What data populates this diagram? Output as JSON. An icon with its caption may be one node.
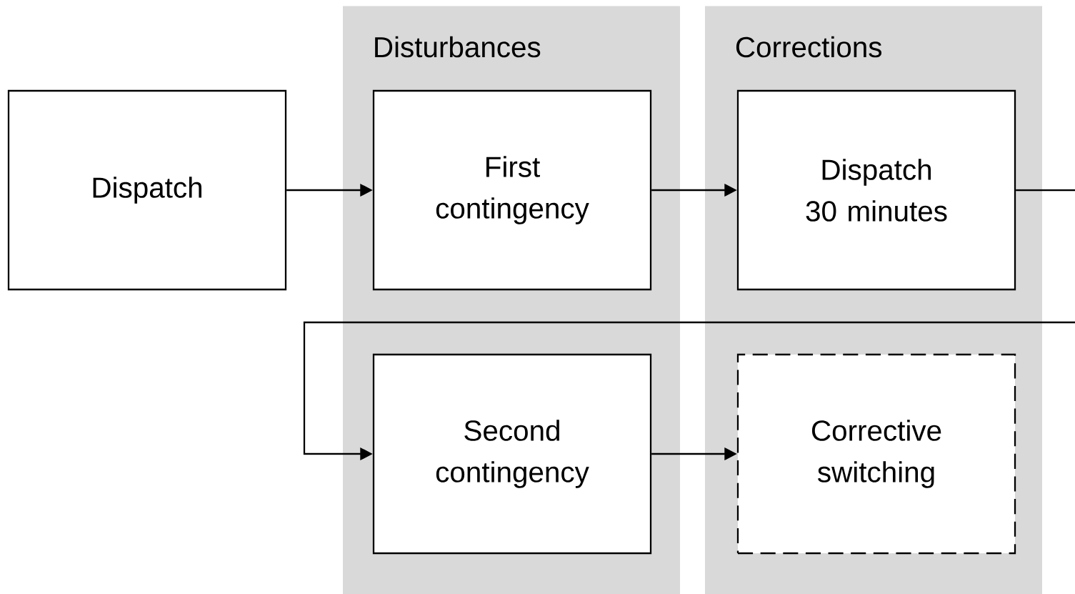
{
  "diagram": {
    "nodes": [
      {
        "text": [
          "Disturbances"
        ]
      },
      {
        "text": [
          "Corrections"
        ]
      },
      {
        "text": [
          "Dispatch"
        ]
      },
      {
        "text": [
          "First contingency"
        ],
        "in": 0
      },
      {
        "text": [
          "Dispatch 30 minutes"
        ],
        "in": 1
      },
      {
        "text": [
          "Second contingency"
        ],
        "in": 0
      },
      {
        "text": [
          "Corrective switching"
        ],
        "in": 1
      }
    ],
    "edges": [
      {
        "from": 2,
        "to": 3,
        "arrow": "to"
      },
      {
        "from": 3,
        "to": 4,
        "arrow": "to"
      },
      {
        "from": 4,
        "to": 5,
        "arrow": "to"
      },
      {
        "from": 5,
        "to": 6,
        "arrow": "to"
      }
    ]
  }
}
